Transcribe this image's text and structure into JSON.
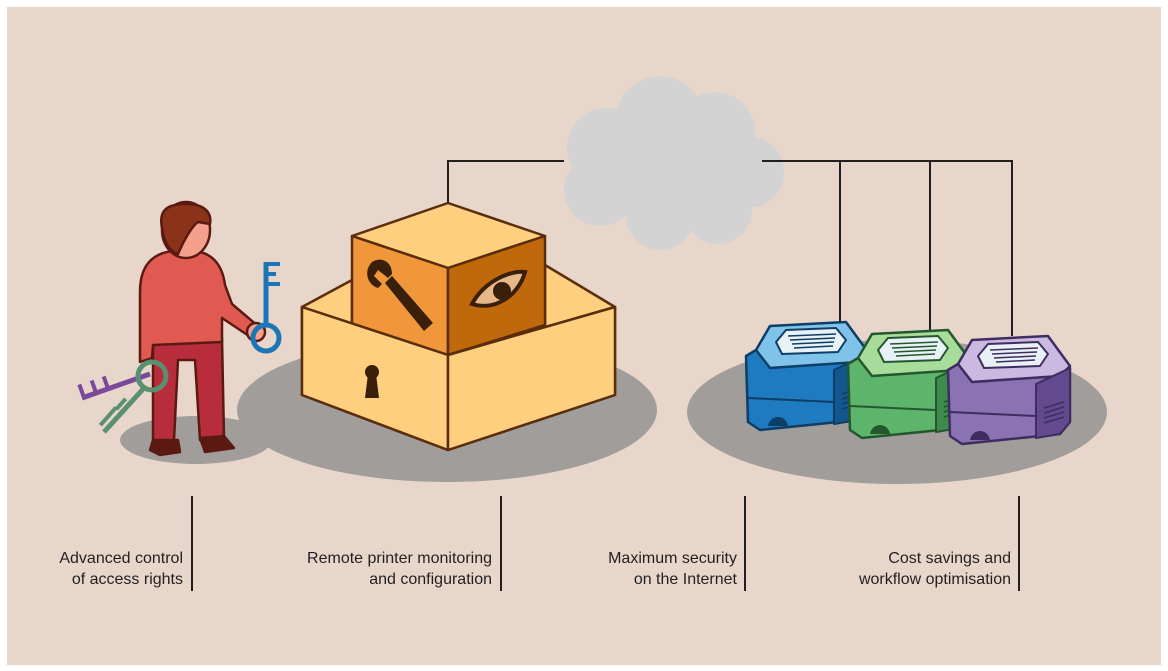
{
  "captions": [
    {
      "line1": "Advanced control",
      "line2": "of access rights"
    },
    {
      "line1": "Remote printer monitoring",
      "line2": "and configuration"
    },
    {
      "line1": "Maximum security",
      "line2": "on the Internet"
    },
    {
      "line1": "Cost savings and",
      "line2": "workflow optimisation"
    }
  ],
  "icons": [
    "person-icon",
    "key-icon",
    "box-icon",
    "wrench-icon",
    "eye-icon",
    "keyhole-icon",
    "cloud-icon",
    "printer-icon"
  ],
  "colors": {
    "background": "#e8d6cb",
    "shadow": "#a09d9a",
    "cloud": "#d3d3d3",
    "box_light": "#fdcf7f",
    "box_orange": "#f0973b",
    "box_dark": "#c0690c",
    "person": "#e05a52",
    "trousers": "#b72d3b",
    "key_blue": "#1b76b8",
    "key_green": "#5a8f70",
    "key_purple": "#7a4a9a",
    "printer_blue": "#1f7bc0",
    "printer_green": "#5cb56a",
    "printer_purple": "#8a72b3"
  }
}
